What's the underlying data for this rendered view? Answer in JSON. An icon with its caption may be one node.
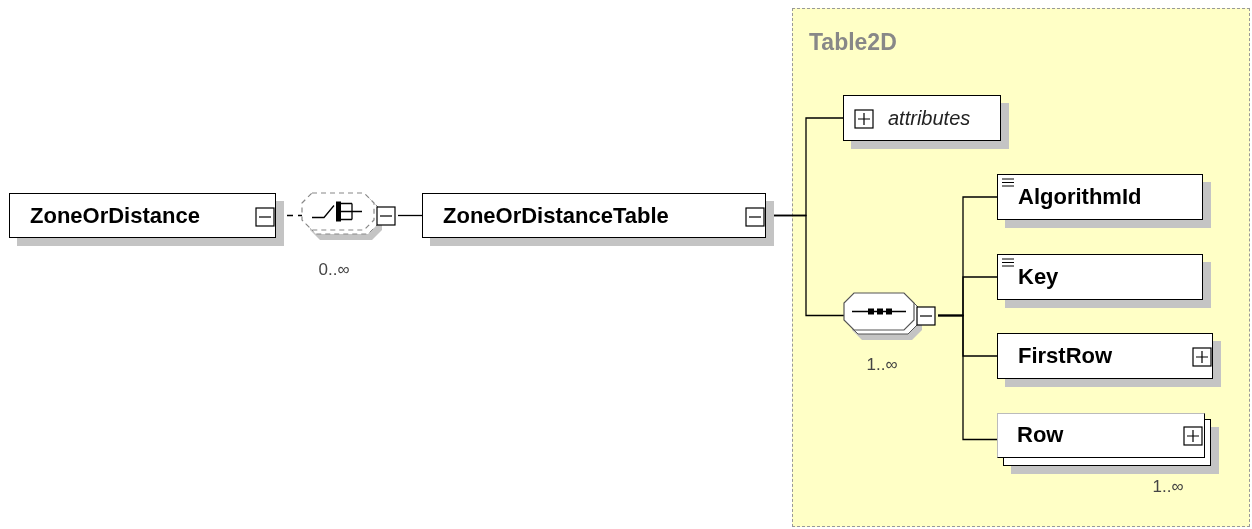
{
  "diagram": {
    "nodes": [
      {
        "text": [
          "ZoneOrDistance"
        ]
      },
      {
        "text": [],
        "shape": "octagon",
        "beside": [
          "0..∞"
        ]
      },
      {
        "text": [
          "ZoneOrDistanceTable"
        ]
      },
      {
        "text": [
          "Table2D"
        ]
      },
      {
        "text": [
          "attributes"
        ],
        "in": 3
      },
      {
        "text": [],
        "shape": "octagon",
        "in": 3,
        "beside": [
          "1..∞"
        ]
      },
      {
        "text": [
          "AlgorithmId"
        ],
        "in": 3
      },
      {
        "text": [
          "Key"
        ],
        "in": 3
      },
      {
        "text": [
          "FirstRow"
        ],
        "in": 3
      },
      {
        "text": [
          "Row"
        ],
        "in": 3,
        "beside": [
          "1..∞"
        ]
      }
    ],
    "edges": [
      {
        "from": 0,
        "to": 1,
        "arrow": "none",
        "style": "dashed"
      },
      {
        "from": 1,
        "to": 2,
        "arrow": "none"
      },
      {
        "from": 2,
        "to": 4,
        "arrow": "none"
      },
      {
        "from": 2,
        "to": 5,
        "arrow": "none"
      },
      {
        "from": 5,
        "to": 6,
        "arrow": "none"
      },
      {
        "from": 5,
        "to": 7,
        "arrow": "none"
      },
      {
        "from": 5,
        "to": 8,
        "arrow": "none"
      },
      {
        "from": 5,
        "to": 9,
        "arrow": "none"
      }
    ]
  }
}
